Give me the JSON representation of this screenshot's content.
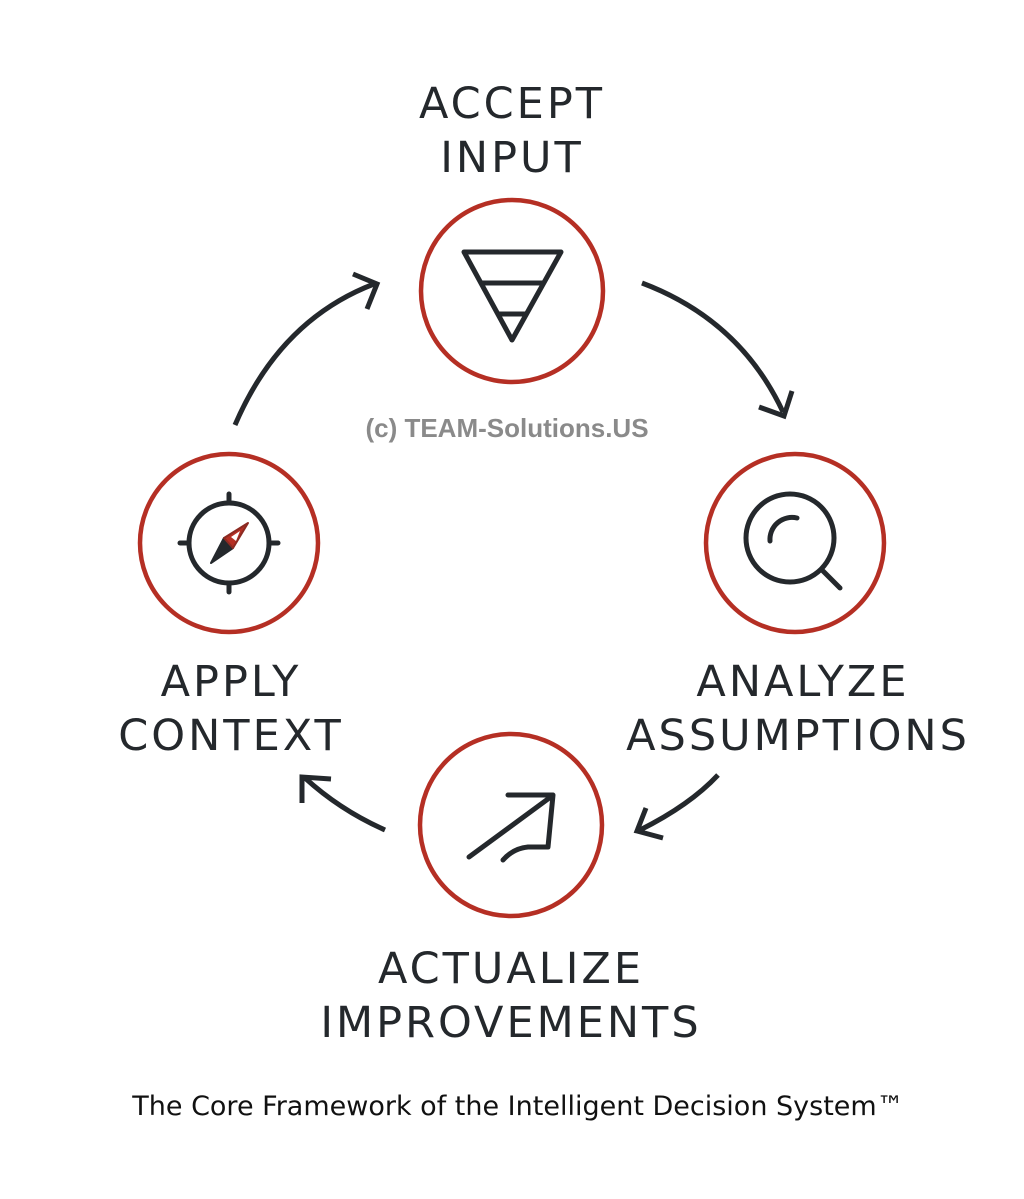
{
  "watermark": "(c) TEAM-Solutions.US",
  "caption": "The Core Framework of the Intelligent Decision System™",
  "colors": {
    "accent": "#b52f24",
    "ink": "#24282c",
    "watermark": "#8a8a8a"
  },
  "stages": [
    {
      "id": "accept",
      "lines": [
        "ACCEPT",
        "INPUT"
      ],
      "icon": "funnel-icon"
    },
    {
      "id": "analyze",
      "lines": [
        "ANALYZE",
        "ASSUMPTIONS"
      ],
      "icon": "magnifier-icon"
    },
    {
      "id": "actualize",
      "lines": [
        "ACTUALIZE",
        "IMPROVEMENTS"
      ],
      "icon": "trend-arrow-icon"
    },
    {
      "id": "apply",
      "lines": [
        "APPLY",
        "CONTEXT"
      ],
      "icon": "compass-icon"
    }
  ],
  "flow": [
    "accept",
    "analyze",
    "actualize",
    "apply",
    "accept"
  ]
}
